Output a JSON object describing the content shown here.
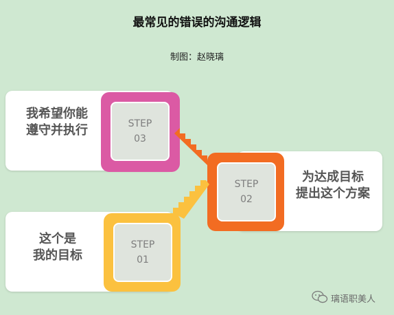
{
  "title": "最常见的错误的沟通逻辑",
  "credit": "制图：赵晓璃",
  "steps": [
    {
      "label": "STEP",
      "number": "01",
      "text_lines": [
        "这个是",
        "我的目标"
      ],
      "color": "#fbc13f"
    },
    {
      "label": "STEP",
      "number": "02",
      "text_lines": [
        "为达成目标",
        "提出这个方案"
      ],
      "color": "#f26c22"
    },
    {
      "label": "STEP",
      "number": "03",
      "text_lines": [
        "我希望你能",
        "遵守并执行"
      ],
      "color": "#db5aa4"
    }
  ],
  "watermark": {
    "text": "璃语职美人",
    "icon": "wechat-icon"
  }
}
